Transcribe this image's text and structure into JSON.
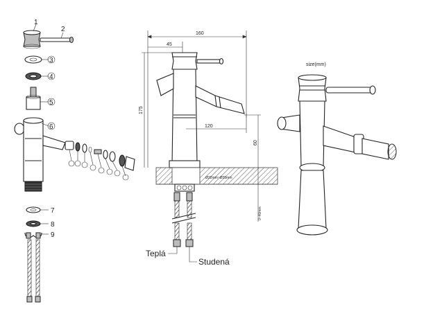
{
  "exploded_view": {
    "part_labels": [
      "1",
      "2",
      "3",
      "4",
      "5",
      "6",
      "7",
      "8",
      "9"
    ]
  },
  "front_view": {
    "dimensions": {
      "overall_width": "160",
      "spout_offset": "45",
      "height": "175",
      "reach": "120",
      "spout_height": "60",
      "mount_range": "0~40mm",
      "hole_note": "Ø32mm~Ø35mm"
    },
    "hose_labels": {
      "hot": "Teplá",
      "cold": "Studená"
    }
  },
  "perspective_view": {
    "unit_note": "size(mm)"
  }
}
